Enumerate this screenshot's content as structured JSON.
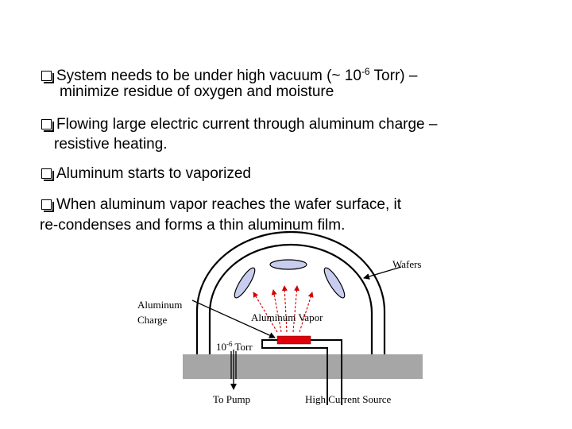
{
  "bullets": [
    {
      "line1_pre": "System needs to be under high vacuum (~ 10",
      "line1_sup": "-6",
      "line1_post": " Torr) –",
      "line2": "minimize residue of oxygen and moisture"
    },
    {
      "line1": "Flowing large electric current through aluminum charge –",
      "line2": "resistive heating."
    },
    {
      "line1": "Aluminum starts to vaporized"
    },
    {
      "line1": "When aluminum vapor reaches the wafer surface, it",
      "line2": "re-condenses and forms a thin aluminum film."
    }
  ],
  "diagram": {
    "wafers": "Wafers",
    "aluminum_charge_line1": "Aluminum",
    "aluminum_charge_line2": "Charge",
    "aluminum_vapor": "Aluminum Vapor",
    "pressure_base": "10",
    "pressure_sup": "-6",
    "pressure_unit": " Torr",
    "to_pump": "To Pump",
    "high_current_source": "High Current Source",
    "colors": {
      "wafer_fill": "#c8cdf0",
      "chamber_base": "#a6a6a6",
      "charge": "#e0000a",
      "vapor_arrows": "#d40000"
    }
  }
}
